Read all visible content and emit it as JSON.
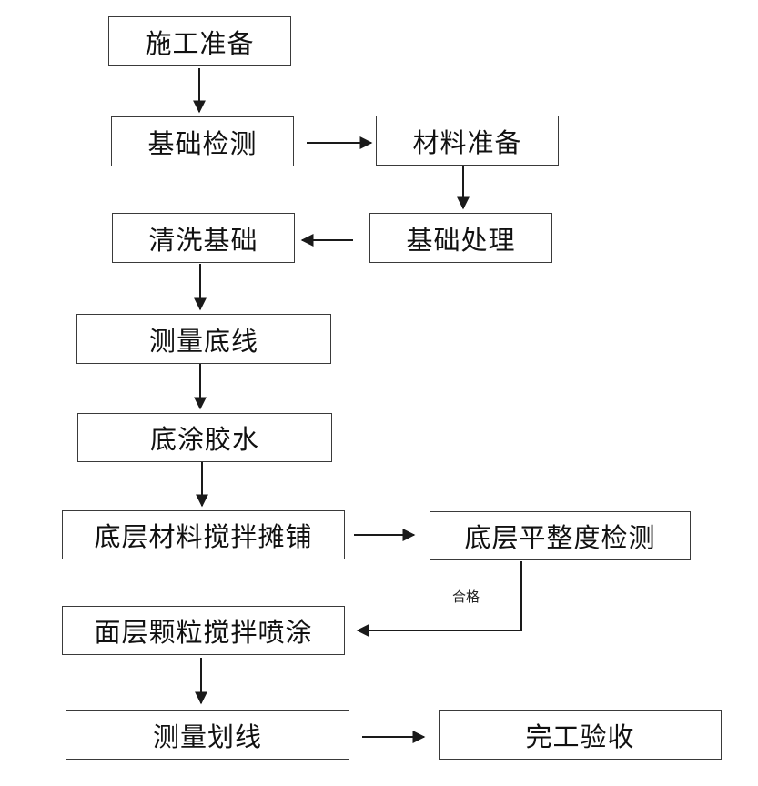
{
  "diagram": {
    "nodes": {
      "prep": "施工准备",
      "inspect": "基础检测",
      "material_prep": "材料准备",
      "treat": "基础处理",
      "clean": "清洗基础",
      "measure_base": "测量底线",
      "primer": "底涂胶水",
      "base_layer": "底层材料搅拌摊铺",
      "flatness_check": "底层平整度检测",
      "top_layer": "面层颗粒搅拌喷涂",
      "mark_lines": "测量划线",
      "complete": "完工验收"
    },
    "edge_labels": {
      "pass": "合格"
    },
    "colors": {
      "line": "#1a1a1a",
      "border": "#3a3a3a",
      "text": "#111111"
    }
  }
}
